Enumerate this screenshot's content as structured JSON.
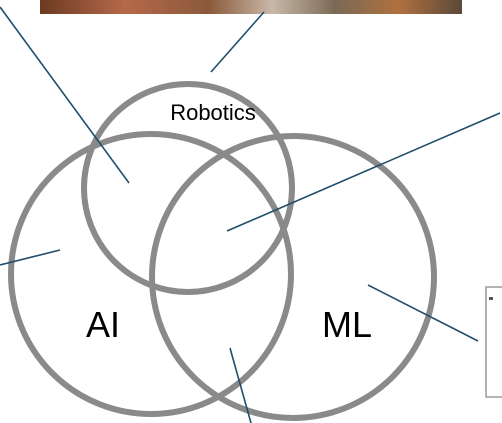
{
  "colors": {
    "circle_stroke": "#8a8a8a",
    "leader_line": "#1f4e6b",
    "photo_strip": "#8a5a3a",
    "edge_box": "#9a9a9a"
  },
  "diagram": {
    "robotics_label": "Robotics",
    "ai_label": "AI",
    "ml_label": "ML"
  }
}
